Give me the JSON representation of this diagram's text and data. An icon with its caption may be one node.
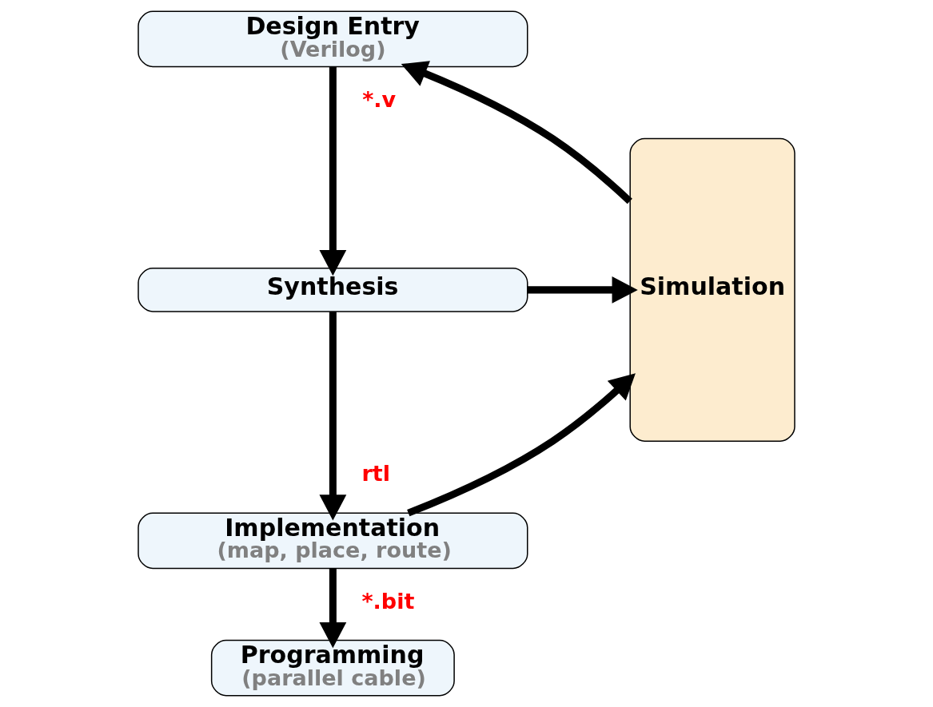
{
  "diagram": {
    "nodes": [
      {
        "text": [
          "Design Entry",
          "(Verilog)"
        ]
      },
      {
        "text": [
          "Synthesis"
        ]
      },
      {
        "text": [
          "Implementation",
          "(map, place, route)"
        ]
      },
      {
        "text": [
          "Programming",
          "(parallel cable)"
        ]
      },
      {
        "text": [
          "Simulation"
        ]
      }
    ],
    "edges": [
      {
        "from": 0,
        "to": 1,
        "arrow": "to",
        "label": "*.v"
      },
      {
        "from": 1,
        "to": 2,
        "arrow": "to",
        "label": "rtl"
      },
      {
        "from": 2,
        "to": 3,
        "arrow": "to",
        "label": "*.bit"
      },
      {
        "from": 4,
        "to": 0,
        "arrow": "to"
      },
      {
        "from": 1,
        "to": 4,
        "arrow": "to"
      },
      {
        "from": 2,
        "to": 4,
        "arrow": "to"
      }
    ]
  }
}
